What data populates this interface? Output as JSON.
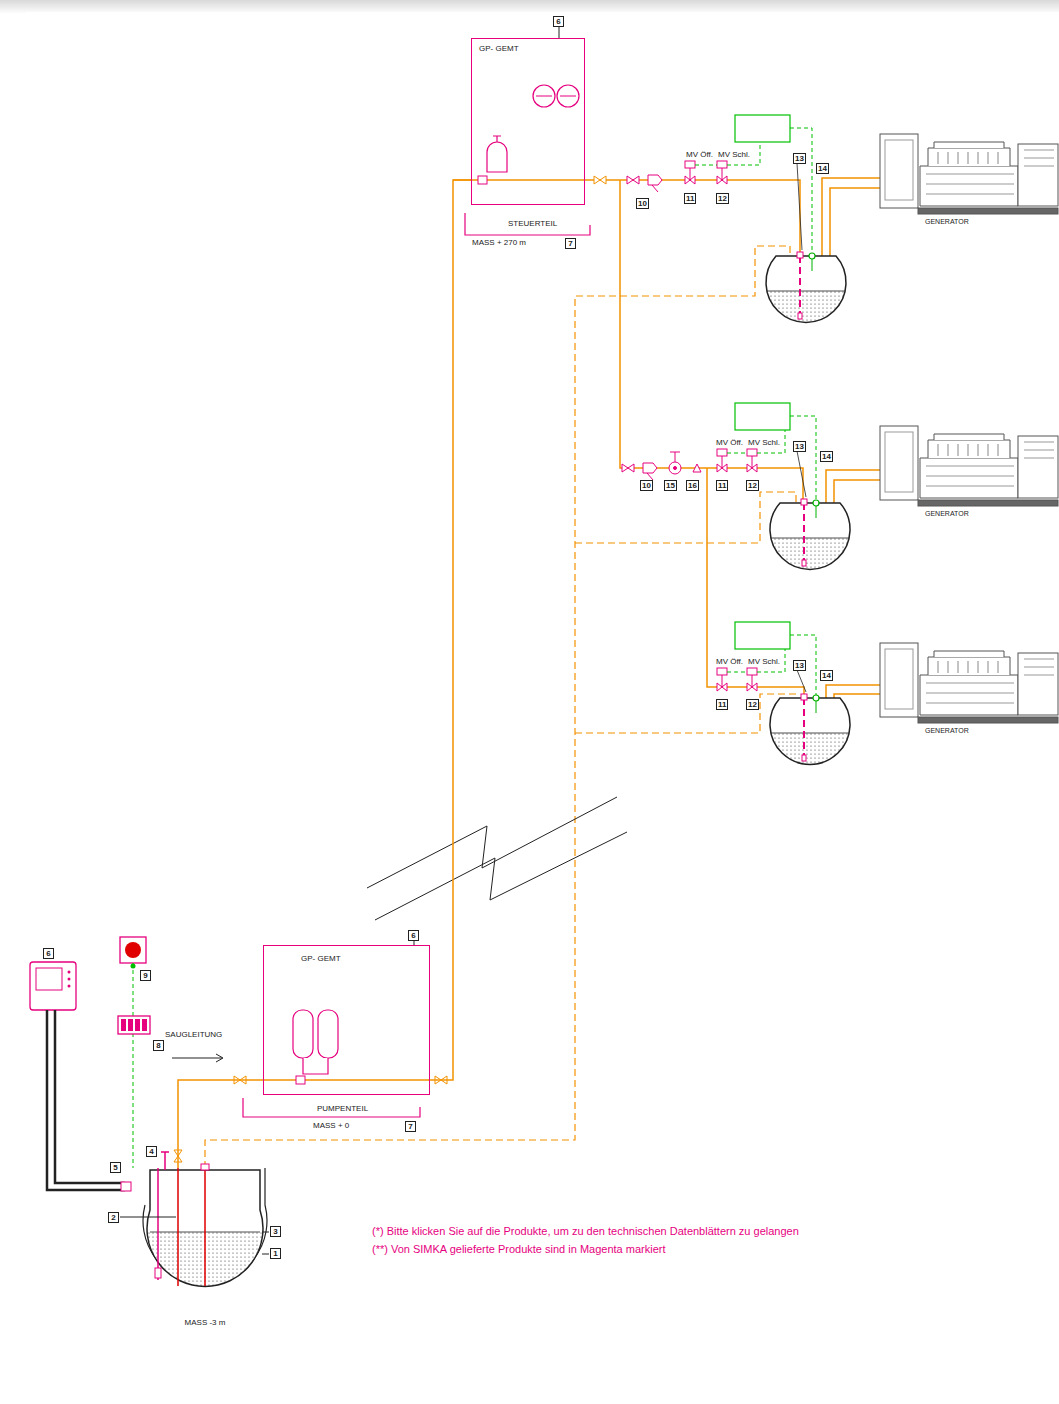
{
  "diagram": {
    "nodes": [
      {
        "text": [
          "GP- GEMT"
        ]
      },
      {
        "text": [
          "GENERATOR"
        ]
      },
      {
        "text": [
          "GENERATOR"
        ]
      },
      {
        "text": [
          "GENERATOR"
        ]
      },
      {
        "text": [
          "GP- GEMT"
        ]
      },
      {
        "text": [
          "MASS -3 m"
        ]
      }
    ],
    "edges": [
      {
        "from": 5,
        "to": 4,
        "arrow": "none",
        "label": "SAUGLEITUNG"
      },
      {
        "from": 4,
        "to": 0,
        "arrow": "none"
      }
    ],
    "labels": [
      "6",
      "STEUERTEIL",
      "MASS + 270 m",
      "7",
      "MV Öff.",
      "MV Schl.",
      "10",
      "11",
      "12",
      "13",
      "14",
      "MV Öff.",
      "MV Schl.",
      "10",
      "15",
      "16",
      "11",
      "12",
      "13",
      "14",
      "MV Öff.",
      "MV Schl.",
      "11",
      "12",
      "13",
      "14",
      "6",
      "9",
      "8",
      "6",
      "PUMPENTEIL",
      "MASS + 0",
      "7",
      "5",
      "4",
      "2",
      "3",
      "1",
      "(*) Bitte klicken Sie auf die Produkte, um zu den technischen Datenblättern zu gelangen",
      "(**) Von SIMKA gelieferte Produkte sind in Magenta markiert"
    ]
  }
}
